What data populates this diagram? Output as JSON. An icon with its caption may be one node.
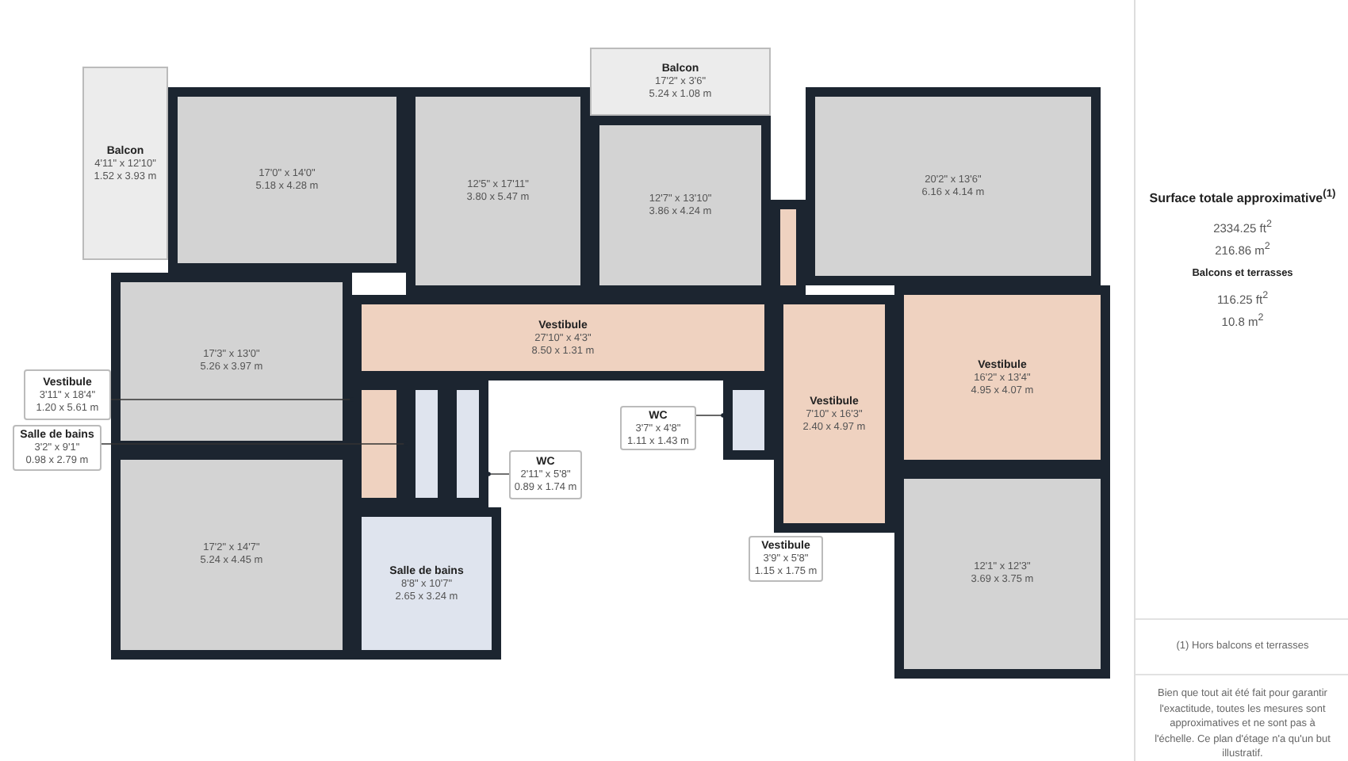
{
  "diagram": {
    "nodes": [
      {
        "text": [
          "Balcon",
          "4'11\" x 12'10\"",
          "1.52 x 3.93 m"
        ]
      },
      {
        "text": [
          "17'0\" x 14'0\"",
          "5.18 x 4.28 m"
        ]
      },
      {
        "text": [
          "12'5\" x 17'11\"",
          "3.80 x 5.47 m"
        ]
      },
      {
        "text": [
          "Balcon",
          "17'2\" x 3'6\"",
          "5.24 x 1.08 m"
        ]
      },
      {
        "text": [
          "12'7\" x 13'10\"",
          "3.86 x 4.24 m"
        ]
      },
      {
        "text": [
          "20'2\" x 13'6\"",
          "6.16 x 4.14 m"
        ]
      },
      {
        "text": [
          "Vestibule",
          "27'10\" x 4'3\"",
          "8.50 x 1.31 m"
        ]
      },
      {
        "text": [
          "17'3\" x 13'0\"",
          "5.26 x 3.97 m"
        ]
      },
      {
        "text": [
          "Vestibule",
          "7'10\" x 16'3\"",
          "2.40 x 4.97 m"
        ]
      },
      {
        "text": [
          "Vestibule",
          "16'2\" x 13'4\"",
          "4.95 x 4.07 m"
        ]
      },
      {
        "text": [
          "Vestibule",
          "3'11\" x 18'4\"",
          "1.20 x 5.61 m"
        ]
      },
      {
        "text": [
          "Salle de bains",
          "3'2\" x 9'1\"",
          "0.98 x 2.79 m"
        ]
      },
      {
        "text": [
          "WC",
          "2'11\" x 5'8\"",
          "0.89 x 1.74 m"
        ]
      },
      {
        "text": [
          "WC",
          "3'7\" x 4'8\"",
          "1.11 x 1.43 m"
        ]
      },
      {
        "text": [
          "Vestibule",
          "3'9\" x 5'8\"",
          "1.15 x 1.75 m"
        ]
      },
      {
        "text": [
          "17'2\" x 14'7\"",
          "5.24 x 4.45 m"
        ]
      },
      {
        "text": [
          "Salle de bains",
          "8'8\" x 10'7\"",
          "2.65 x 3.24 m"
        ]
      },
      {
        "text": [
          "12'1\" x 12'3\"",
          "3.69 x 3.75 m"
        ]
      },
      {
        "text": [],
        "shape": "box"
      },
      {
        "text": [],
        "shape": "box"
      },
      {
        "text": [],
        "shape": "box"
      },
      {
        "text": [],
        "shape": "box"
      },
      {
        "text": [],
        "shape": "box"
      }
    ],
    "edges": [
      {
        "from": 10,
        "to": 18,
        "arrow": "other"
      },
      {
        "from": 11,
        "to": 19,
        "arrow": "other"
      },
      {
        "from": 12,
        "to": 20,
        "arrow": "other"
      },
      {
        "from": 13,
        "to": 21,
        "arrow": "other"
      }
    ],
    "labels": [
      "Surface totale approximative$^{(1)}$",
      "2334.25 ft$^{2}$",
      "216.86 m$^{2}$",
      "Balcons et terrasses",
      "116.25 ft$^{2}$",
      "10.8 m$^{2}$",
      "(1) Hors balcons et terrasses",
      "Bien que tout ait été fait pour garantir l'exactitude, toutes les mesures sont approximatives et ne sont pas à l'échelle. Ce plan d'étage n'a qu'un but illustratif."
    ]
  }
}
